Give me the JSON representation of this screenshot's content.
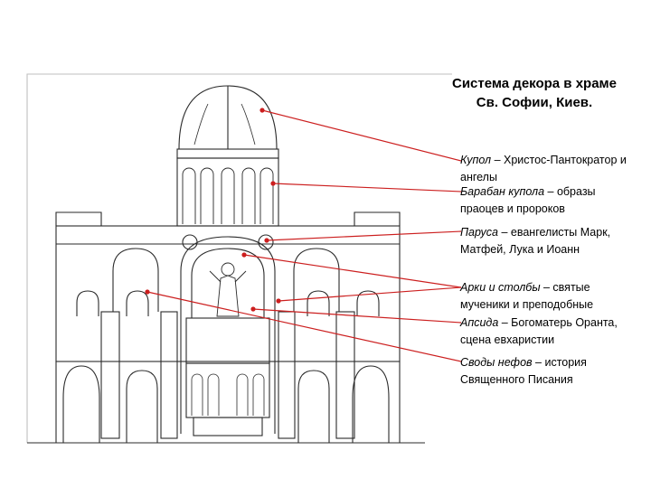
{
  "title": "Система декора в храме Св. Софии, Киев.",
  "labels": [
    {
      "term": "Купол",
      "text": " – Христос-Пантократор и ангелы"
    },
    {
      "term": "Барабан купола",
      "text": " – образы праоцев и пророков"
    },
    {
      "term": "Паруса",
      "text": " – евангелисты Марк, Матфей, Лука и Иоанн"
    },
    {
      "term": "Арки и столбы",
      "text": " – святые мученики и преподобные"
    },
    {
      "term": "Апсида",
      "text": " – Богоматерь Оранта, сцена евхаристии"
    },
    {
      "term": "Своды нефов",
      "text": " – история Священного Писания"
    }
  ],
  "colors": {
    "leader_line": "#cc1f1f",
    "ink": "#2a2a2a"
  }
}
